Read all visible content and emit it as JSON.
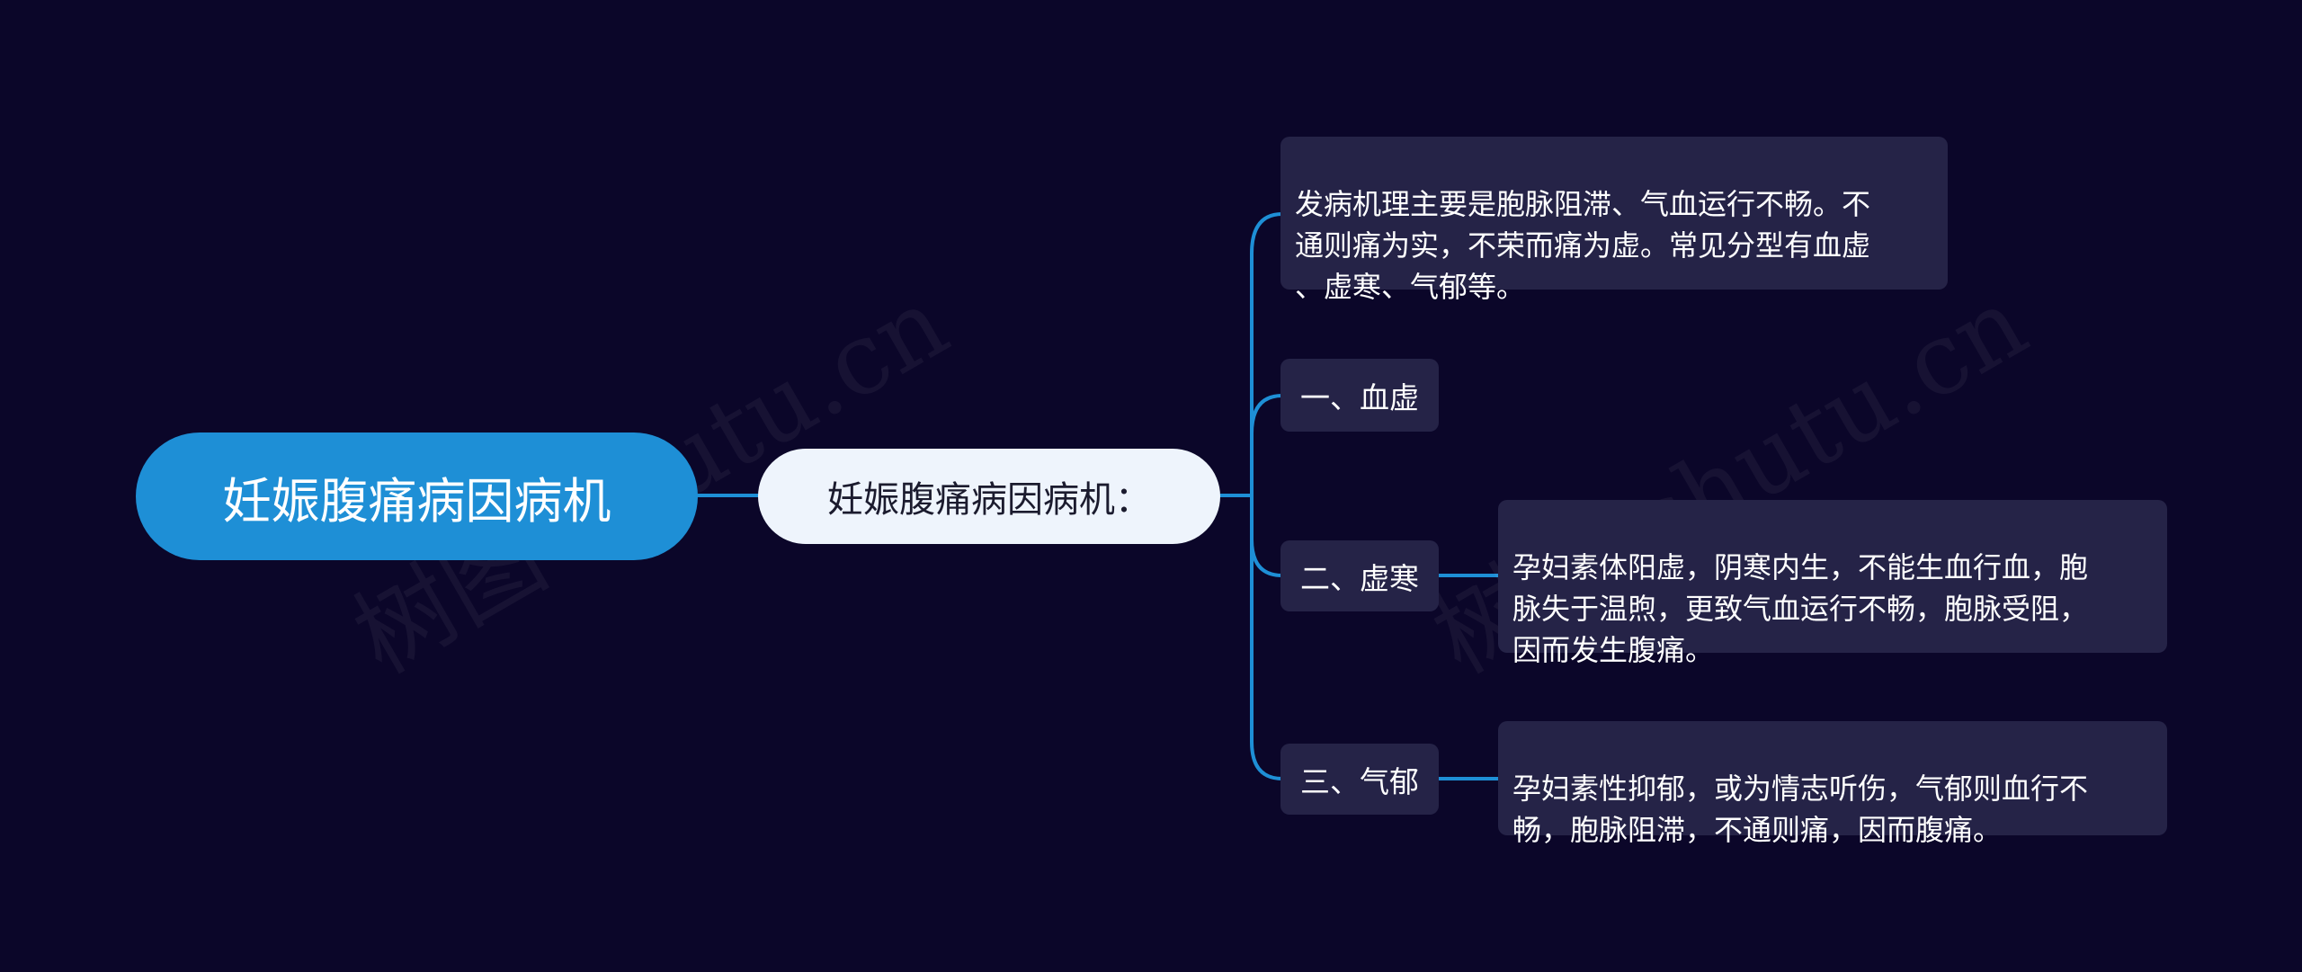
{
  "root": {
    "label": "妊娠腹痛病因病机"
  },
  "main": {
    "label": "妊娠腹痛病因病机："
  },
  "intro": {
    "text": "发病机理主要是胞脉阻滞、气血运行不畅。不\n通则痛为实，不荣而痛为虚。常见分型有血虚\n、虚寒、气郁等。"
  },
  "branches": [
    {
      "label": "一、血虚"
    },
    {
      "label": "二、虚寒",
      "detail": "孕妇素体阳虚，阴寒内生，不能生血行血，胞\n脉失于温煦，更致气血运行不畅，胞脉受阻，\n因而发生腹痛。"
    },
    {
      "label": "三、气郁",
      "detail": "孕妇素性抑郁，或为情志听伤，气郁则血行不\n畅，胞脉阻滞，不通则痛，因而腹痛。"
    }
  ],
  "watermark": {
    "text": "树图 shutu.cn"
  },
  "colors": {
    "background": "#0b0629",
    "root_fill": "#1e8fd6",
    "main_fill": "#eef4fc",
    "box_fill": "#252347",
    "connector": "#1e8fd6"
  }
}
